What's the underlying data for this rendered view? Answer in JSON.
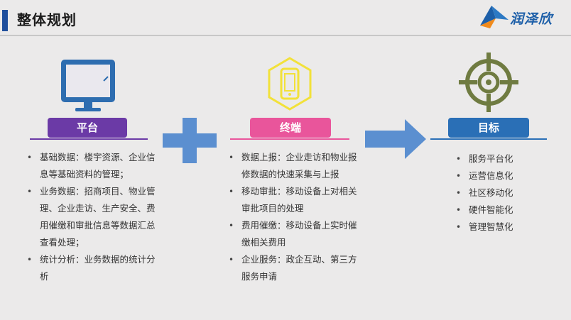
{
  "title": "整体规划",
  "logo": {
    "text": "润泽欣",
    "icon": "kite-logo-icon"
  },
  "columns": {
    "platform": {
      "label": "平台",
      "color": "#6b3aa6",
      "icon": "monitor-icon",
      "items": [
        "基础数据：楼宇资源、企业信息等基础资料的管理；",
        "业务数据：招商项目、物业管理、企业走访、生产安全、费用催缴和审批信息等数据汇总查看处理；",
        "统计分析：业务数据的统计分析"
      ]
    },
    "terminal": {
      "label": "终端",
      "color": "#e9559b",
      "icon": "mobile-hexagon-icon",
      "items": [
        "数据上报：企业走访和物业报修数据的快速采集与上报",
        "移动审批：移动设备上对相关审批项目的处理",
        "费用催缴：移动设备上实时催缴相关费用",
        "企业服务：政企互动、第三方服务申请"
      ]
    },
    "goal": {
      "label": "目标",
      "color": "#2a6fb6",
      "icon": "crosshair-target-icon",
      "items": [
        "服务平台化",
        "运营信息化",
        "社区移动化",
        "硬件智能化",
        "管理智慧化"
      ]
    }
  },
  "connectors": {
    "plus": "plus-icon",
    "arrow": "right-arrow-icon"
  }
}
